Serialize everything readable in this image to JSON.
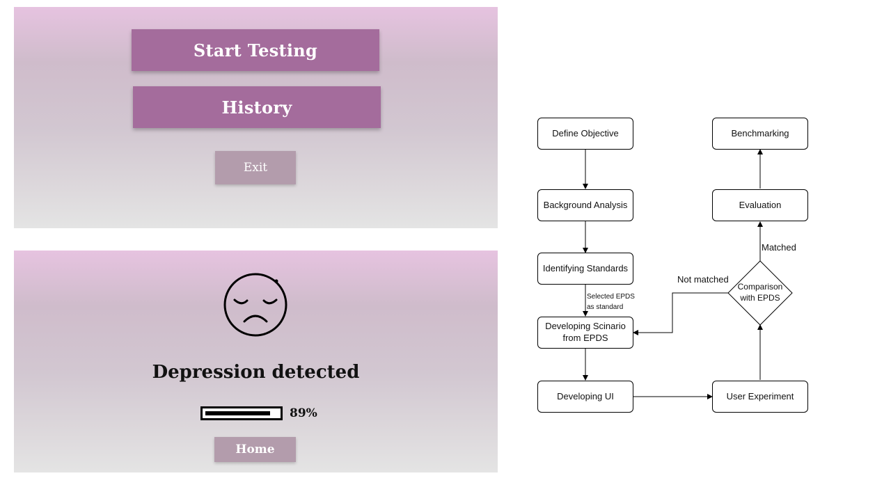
{
  "menu_screen": {
    "start_label": "Start Testing",
    "history_label": "History",
    "exit_label": "Exit"
  },
  "result_screen": {
    "title": "Depression detected",
    "progress_value": 0.89,
    "progress_label": "89%",
    "home_label": "Home"
  },
  "flowchart": {
    "nodes": {
      "define_objective": "Define Objective",
      "background_analysis": "Background Analysis",
      "identifying_standards": "Identifying Standards",
      "developing_scenario_line1": "Developing Scinario",
      "developing_scenario_line2": "from EPDS",
      "developing_ui": "Developing UI",
      "user_experiment": "User Experiment",
      "comparison_line1": "Comparison",
      "comparison_line2": "with EPDS",
      "evaluation": "Evaluation",
      "benchmarking": "Benchmarking"
    },
    "edge_labels": {
      "selected_line1": "Selected EPDS",
      "selected_line2": "as standard",
      "not_matched": "Not matched",
      "matched": "Matched"
    }
  }
}
